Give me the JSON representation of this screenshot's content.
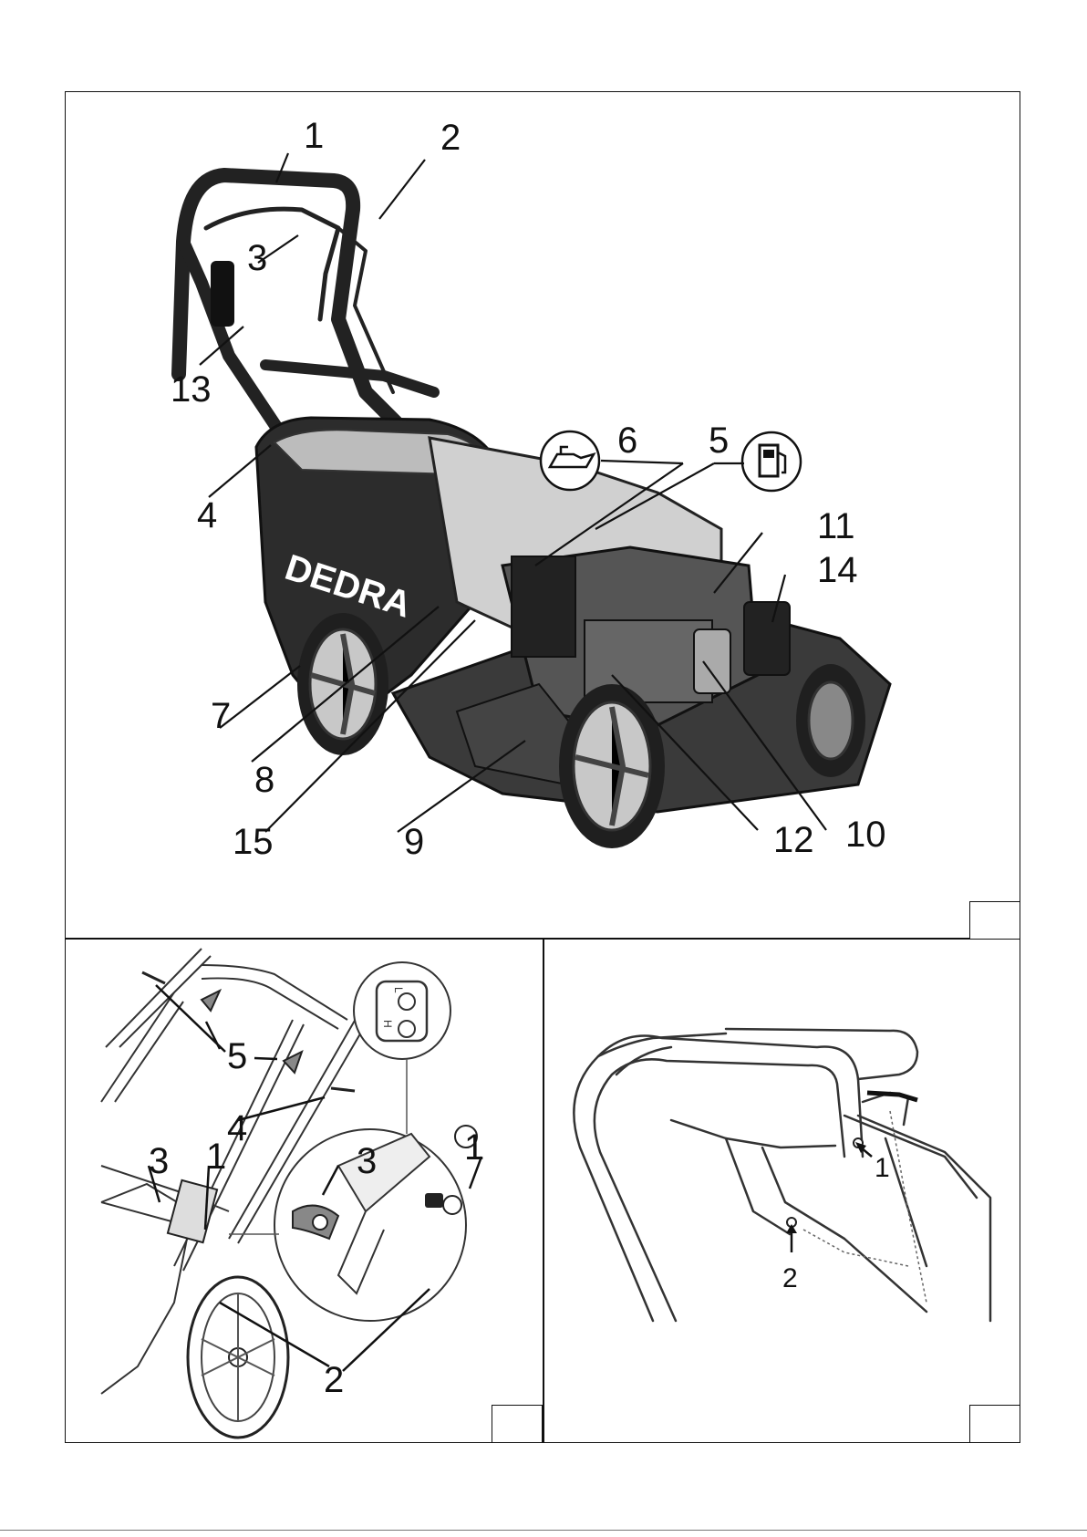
{
  "figure1": {
    "callouts": [
      "1",
      "2",
      "3",
      "4",
      "5",
      "6",
      "7",
      "8",
      "9",
      "10",
      "11",
      "12",
      "13",
      "14",
      "15"
    ],
    "brand": "DEDRA",
    "icons": [
      "oil-can-icon",
      "fuel-pump-icon"
    ],
    "figure_number": ""
  },
  "figure2": {
    "callouts": [
      "1",
      "2",
      "3",
      "4",
      "5",
      "1",
      "2",
      "3"
    ],
    "inset_marks": [
      "L",
      "H"
    ],
    "figure_number": ""
  },
  "figure3": {
    "callouts": [
      "1",
      "2"
    ],
    "figure_number": ""
  }
}
